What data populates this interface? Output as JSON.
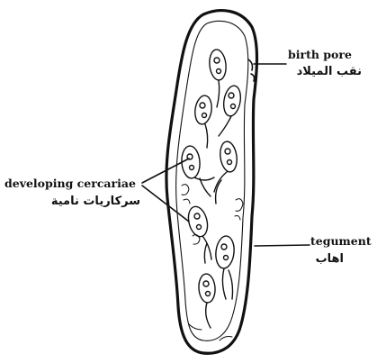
{
  "labels": {
    "birth_pore": {
      "en": "birth pore",
      "ar": "نقب الميلاد"
    },
    "developing_cercariae": {
      "en": "developing cercariae",
      "ar": "سركاريات نامية"
    },
    "tegument": {
      "en": "tegument",
      "ar": "اهاب"
    }
  },
  "colors": {
    "ink": "#111111",
    "background": "#ffffff"
  }
}
